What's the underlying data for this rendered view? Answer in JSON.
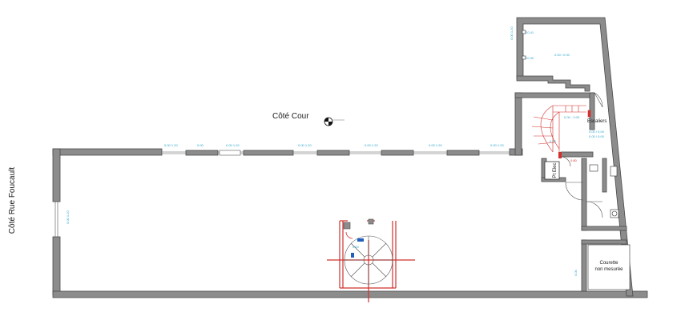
{
  "labels": {
    "cote_cour": "Côté Cour",
    "cote_rue": "Côté Rue Foucault",
    "escaliers": "Escaliers",
    "pt_elec": "Pt Elec",
    "courette_line1": "Courette",
    "courette_line2": "non mesurée"
  },
  "colors": {
    "wall_fill": "#8c8c8c",
    "wall_stroke": "#4a4a4a",
    "dimension_text": "#2aa7c9",
    "stair_red": "#d0312d"
  },
  "icons": {
    "north": "compass-north-icon"
  }
}
